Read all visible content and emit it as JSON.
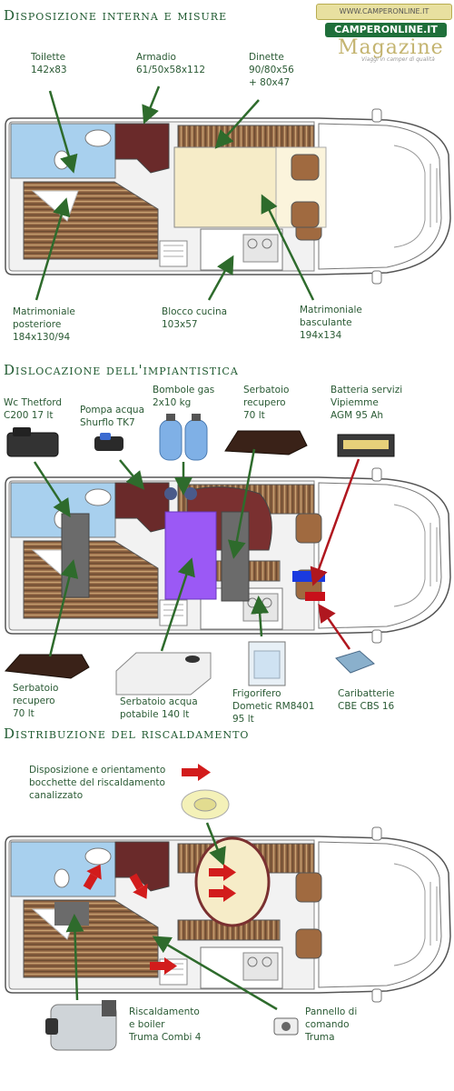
{
  "logo": {
    "top_text": "WWW.CAMPERONLINE.IT",
    "main_text": "CAMPERONLINE.IT",
    "magazine": "Magazine",
    "tagline": "Viaggi in camper di qualità"
  },
  "sections": {
    "layout": {
      "title": "Disposizione interna e misure",
      "labels": {
        "toilet": "Toilette\n142x83",
        "wardrobe": "Armadio\n61/50x58x112",
        "dinette": "Dinette\n90/80x56\n+ 80x47",
        "rear_bed": "Matrimoniale\nposteriore\n184x130/94",
        "kitchen": "Blocco cucina\n103x57",
        "drop_bed": "Matrimoniale\nbasculante\n194x134"
      }
    },
    "systems": {
      "title": "Dislocazione dell'impiantistica",
      "labels": {
        "wc": "Wc Thetford\nC200 17 lt",
        "pump": "Pompa acqua\nShurflo TK7",
        "gas": "Bombole gas\n2x10 kg",
        "grey_tank_top": "Serbatoio\nrecupero\n70 lt",
        "battery": "Batteria servizi\nVipiemme\nAGM 95 Ah",
        "grey_tank_bottom": "Serbatoio\nrecupero\n70 lt",
        "fresh_tank": "Serbatoio acqua\npotabile 140 lt",
        "fridge": "Frigorifero\nDometic RM8401\n95 lt",
        "charger": "Caribatterie\nCBE CBS 16"
      }
    },
    "heating": {
      "title": "Distribuzione del riscaldamento",
      "labels": {
        "vents": "Disposizione e orientamento\nbocchette del riscaldamento\ncanalizzato",
        "heater": "Riscaldamento\ne boiler\nTruma Combi 4",
        "panel": "Pannello di\ncomando\nTruma"
      }
    }
  },
  "colors": {
    "title": "#1f5a30",
    "arrow": "#2e6b2c",
    "red_arrow": "#b0171f",
    "bath": "#a8d0ee",
    "wood_dark": "#6a2a2a",
    "floor_wood": "#8a6040",
    "bed": "#f6ecc8",
    "tank_grey": "#6b6b6b",
    "tank_violet": "#9b59f5",
    "battery_blue": "#1a3ae0",
    "charger_red": "#c8101a"
  }
}
